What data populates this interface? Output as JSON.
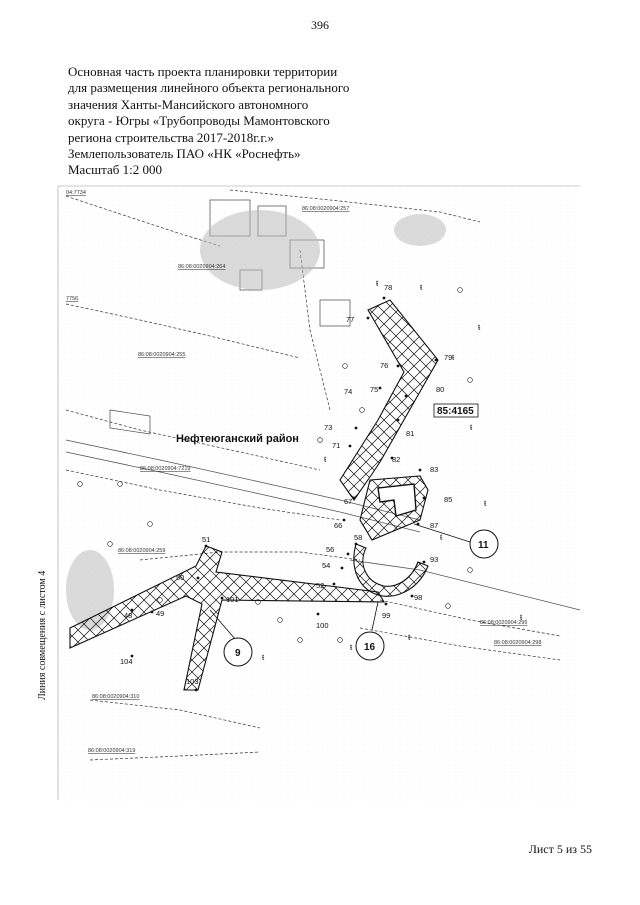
{
  "page_number": "396",
  "header": {
    "lines": [
      "Основная часть проекта планировки территории",
      "для размещения линейного объекта регионального",
      "значения Ханты-Мансийского автономного",
      "округа - Югры «Трубопроводы Мамонтовского",
      "региона строительства 2017-2018г.г.»",
      "Землепользователь ПАО «НК «Роснефть»",
      "Масштаб 1:2 000"
    ]
  },
  "map": {
    "district_label": "Нефтеюганский район",
    "parcel_number": "85:4165",
    "side_label": "Линия совмещения с листом 4",
    "cadastral_labels": [
      "04:7734",
      "86:08:0020904:257",
      "86:08:0020904:264",
      "7756",
      "86:08:0020904:255",
      "86:08:0020904:7219",
      "86:08:0020904:259",
      "86:08:0020904:296",
      "86:08:0020904:298",
      "86:08:0020904:310",
      "86:08:0020904:319"
    ],
    "point_labels": [
      "78",
      "77",
      "79",
      "76",
      "75",
      "74",
      "80",
      "81",
      "73",
      "71",
      "82",
      "83",
      "67",
      "85",
      "66",
      "87",
      "58",
      "51",
      "56",
      "54",
      "52",
      "93",
      "50",
      "101",
      "98",
      "99",
      "100",
      "48",
      "49",
      "104",
      "103"
    ],
    "circle_labels": [
      "11",
      "9",
      "16"
    ]
  },
  "footer": {
    "sheet": "Лист 5 из 55"
  },
  "colors": {
    "ink": "#111111",
    "scan_grey": "#777777"
  }
}
